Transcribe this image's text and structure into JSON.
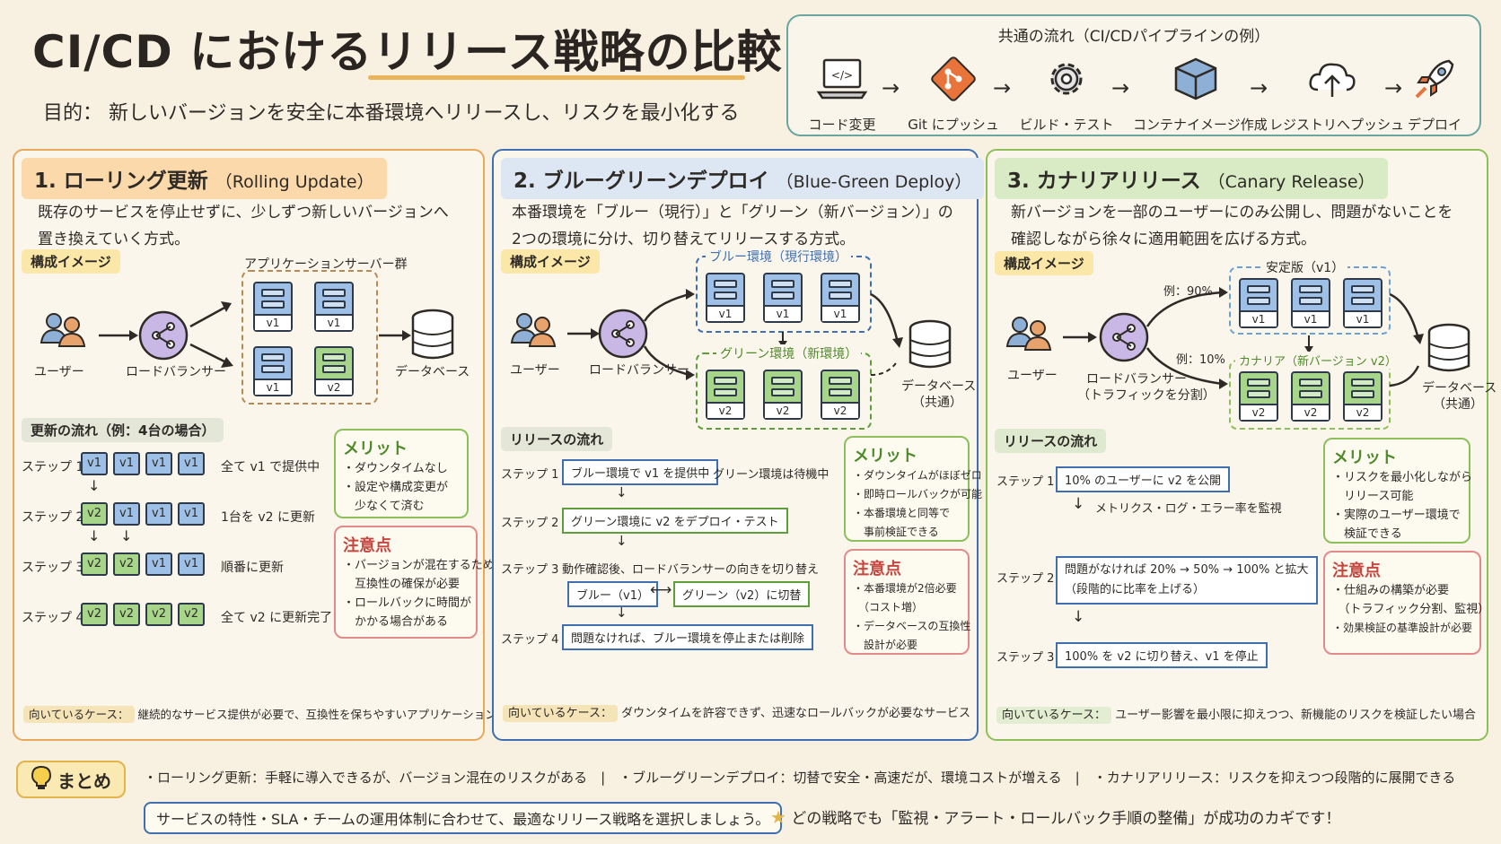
{
  "header": {
    "title": "CI/CD におけるリリース戦略の比較",
    "purpose": "目的： 新しいバージョンを安全に本番環境へリリースし、リスクを最小化する"
  },
  "pipeline": {
    "title": "共通の流れ（CI/CDパイプラインの例）",
    "steps": [
      {
        "label": "コード変更",
        "icon": "laptop-icon"
      },
      {
        "label": "Git にプッシュ",
        "icon": "git-icon"
      },
      {
        "label": "ビルド・テスト",
        "icon": "gear-icon"
      },
      {
        "label": "コンテナイメージ作成",
        "icon": "container-icon"
      },
      {
        "label": "レジストリへプッシュ",
        "icon": "cloud-upload-icon"
      },
      {
        "label": "デプロイ",
        "icon": "rocket-icon"
      }
    ]
  },
  "rolling": {
    "title": "1. ローリング更新",
    "title_en": "（Rolling Update）",
    "desc1": "既存のサービスを停止せずに、少しずつ新しいバージョンへ",
    "desc2": "置き換えていく方式。",
    "config_tag": "構成イメージ",
    "user_label": "ユーザー",
    "lb_label": "ロードバランサー",
    "group_label": "アプリケーションサーバー群",
    "db_label": "データベース",
    "servers": [
      "v1",
      "v1",
      "v1",
      "v2"
    ],
    "flow_tag": "更新の流れ（例：4台の場合）",
    "steps": [
      {
        "label": "ステップ 1",
        "versions": [
          "v1",
          "v1",
          "v1",
          "v1"
        ],
        "text": "全て v1 で提供中"
      },
      {
        "label": "ステップ 2",
        "versions": [
          "v2",
          "v1",
          "v1",
          "v1"
        ],
        "text": "1台を v2 に更新"
      },
      {
        "label": "ステップ 3",
        "versions": [
          "v2",
          "v2",
          "v1",
          "v1"
        ],
        "text": "順番に更新"
      },
      {
        "label": "ステップ 4",
        "versions": [
          "v2",
          "v2",
          "v2",
          "v2"
        ],
        "text": "全て v2 に更新完了"
      }
    ],
    "merit_title": "メリット",
    "merits": [
      "・ダウンタイムなし",
      "・設定や構成変更が",
      "　少なくて済む"
    ],
    "caution_title": "注意点",
    "cautions": [
      "・バージョンが混在するため",
      "　互換性の確保が必要",
      "・ロールバックに時間が",
      "　かかる場合がある"
    ],
    "case_key": "向いているケース：",
    "case_text": "継続的なサービス提供が必要で、互換性を保ちやすいアプリケーション"
  },
  "bluegreen": {
    "title": "2. ブルーグリーンデプロイ",
    "title_en": "（Blue-Green Deploy）",
    "desc1": "本番環境を「ブルー（現行）」と「グリーン（新バージョン）」の",
    "desc2": "2つの環境に分け、切り替えてリリースする方式。",
    "config_tag": "構成イメージ",
    "user_label": "ユーザー",
    "lb_label": "ロードバランサー",
    "blue_env": "ブルー環境（現行環境）",
    "green_env": "グリーン環境（新環境）",
    "blue_servers": [
      "v1",
      "v1",
      "v1"
    ],
    "green_servers": [
      "v2",
      "v2",
      "v2"
    ],
    "db_label1": "データベース",
    "db_label2": "（共通）",
    "flow_tag": "リリースの流れ",
    "step1": "ステップ 1",
    "step1_box": "ブルー環境で v1 を提供中",
    "step1_text": "グリーン環境は待機中",
    "step2": "ステップ 2",
    "step2_box": "グリーン環境に v2 をデプロイ・テスト",
    "step3": "ステップ 3",
    "step3_text": "動作確認後、ロードバランサーの向きを切り替え",
    "step3_box_a": "ブルー（v1）",
    "step3_box_b": "グリーン（v2）に切替",
    "step4": "ステップ 4",
    "step4_box": "問題なければ、ブルー環境を停止または削除",
    "merit_title": "メリット",
    "merits": [
      "・ダウンタイムがほぼゼロ",
      "・即時ロールバックが可能",
      "・本番環境と同等で",
      "　事前検証できる"
    ],
    "caution_title": "注意点",
    "cautions": [
      "・本番環境が2倍必要",
      "　（コスト増）",
      "・データベースの互換性",
      "　設計が必要"
    ],
    "case_key": "向いているケース：",
    "case_text": "ダウンタイムを許容できず、迅速なロールバックが必要なサービス"
  },
  "canary": {
    "title": "3. カナリアリリース",
    "title_en": "（Canary Release）",
    "desc1": "新バージョンを一部のユーザーにのみ公開し、問題がないことを",
    "desc2": "確認しながら徐々に適用範囲を広げる方式。",
    "config_tag": "構成イメージ",
    "user_label": "ユーザー",
    "lb_label1": "ロードバランサー",
    "lb_label2": "（トラフィックを分割）",
    "stable_env": "安定版（v1）",
    "canary_env": "カナリア（新バージョン v2）",
    "pct_stable": "例：90%",
    "pct_canary": "例：10%",
    "stable_servers": [
      "v1",
      "v1",
      "v1"
    ],
    "canary_servers": [
      "v2",
      "v2",
      "v2"
    ],
    "db_label1": "データベース",
    "db_label2": "（共通）",
    "flow_tag": "リリースの流れ",
    "step1": "ステップ 1",
    "step1_box": "10% のユーザーに v2 を公開",
    "monitor": "メトリクス・ログ・エラー率を監視",
    "step2": "ステップ 2",
    "step2_box1": "問題がなければ 20% → 50% → 100% と拡大",
    "step2_box2": "（段階的に比率を上げる）",
    "step3": "ステップ 3",
    "step3_box": "100% を v2 に切り替え、v1 を停止",
    "merit_title": "メリット",
    "merits": [
      "・リスクを最小化しながら",
      "　リリース可能",
      "・実際のユーザー環境で",
      "　検証できる"
    ],
    "caution_title": "注意点",
    "cautions": [
      "・仕組みの構築が必要",
      "　（トラフィック分割、監視）",
      "・効果検証の基準設計が必要"
    ],
    "case_key": "向いているケース：",
    "case_text": "ユーザー影響を最小限に抑えつつ、新機能のリスクを検証したい場合"
  },
  "summary": {
    "tag": "まとめ",
    "line": "・ローリング更新：手軽に導入できるが、バージョン混在のリスクがある　|　・ブルーグリーンデプロイ：切替で安全・高速だが、環境コストが増える　|　・カナリアリリース：リスクを抑えつつ段階的に展開できる",
    "advice": "サービスの特性・SLA・チームの運用体制に合わせて、最適なリリース戦略を選択しましょう。",
    "tip": "どの戦略でも「監視・アラート・ロールバック手順の整備」が成功のカギです！"
  },
  "colors": {
    "blue_server": "#9ec0e6",
    "green_server": "#a7d68a",
    "rolling_accent": "#e7a85a",
    "bluegreen_accent": "#3f6fae",
    "canary_accent": "#8cbf5a"
  }
}
